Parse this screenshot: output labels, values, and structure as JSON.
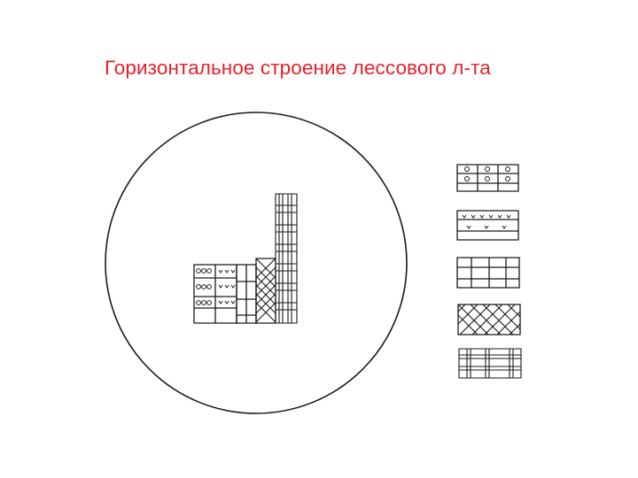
{
  "slide": {
    "title": "Горизонтальное строение лессового л-та",
    "title_color": "#e8202a",
    "line_color": "#1a1a1a",
    "background": "#ffffff"
  },
  "diagram": {
    "main_figure": "stepped block of combined tissue strips inside a circular section",
    "legend_patterns": [
      {
        "pattern": "cells-with-circles",
        "icon": "circle-marks"
      },
      {
        "pattern": "cells-with-v-marks",
        "icon": "v-marks"
      },
      {
        "pattern": "plain-grid",
        "icon": "grid"
      },
      {
        "pattern": "diagonal-crosshatch",
        "icon": "crosshatch"
      },
      {
        "pattern": "dense-plaid",
        "icon": "plaid"
      }
    ]
  }
}
